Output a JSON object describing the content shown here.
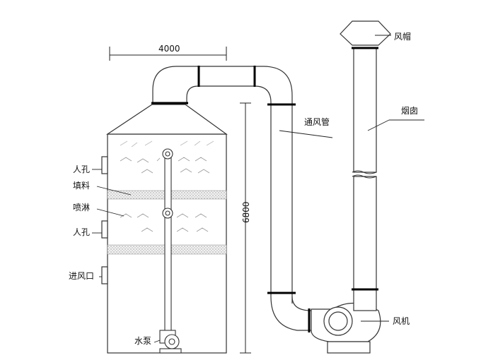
{
  "dimensions": {
    "width_label": "4000",
    "height_label": "6800"
  },
  "labels": {
    "manhole_upper": "人孔",
    "packing": "填料",
    "spray": "喷淋",
    "manhole_lower": "人孔",
    "air_inlet": "进风口",
    "water_pump": "水泵",
    "duct": "通风管",
    "chimney": "烟囱",
    "rain_cap": "风帽",
    "fan": "风机"
  }
}
